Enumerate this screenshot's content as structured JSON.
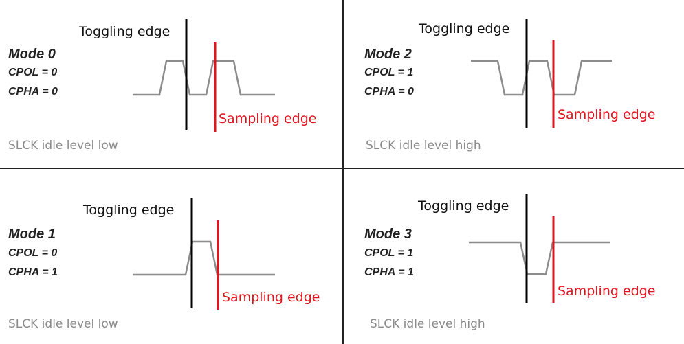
{
  "colors": {
    "clock": "#8c8c8c",
    "toggling": "#000000",
    "sampling": "#e0141e",
    "divider": "#222222",
    "idle_text": "#8a8a8a"
  },
  "quadrants": [
    {
      "mode_label": "Mode 0",
      "cpol_label": "CPOL = 0",
      "cpha_label": "CPHA = 0",
      "toggling_label": "Toggling edge",
      "sampling_label": "Sampling edge",
      "idle_label": "SLCK idle level low"
    },
    {
      "mode_label": "Mode 2",
      "cpol_label": "CPOL = 1",
      "cpha_label": "CPHA = 0",
      "toggling_label": "Toggling edge",
      "sampling_label": "Sampling edge",
      "idle_label": "SLCK idle level high"
    },
    {
      "mode_label": "Mode 1",
      "cpol_label": "CPOL = 0",
      "cpha_label": "CPHA = 1",
      "toggling_label": "Toggling edge",
      "sampling_label": "Sampling edge",
      "idle_label": "SLCK idle level low"
    },
    {
      "mode_label": "Mode 3",
      "cpol_label": "CPOL = 1",
      "cpha_label": "CPHA = 1",
      "toggling_label": "Toggling edge",
      "sampling_label": "Sampling edge",
      "idle_label": "SLCK idle level high"
    }
  ]
}
